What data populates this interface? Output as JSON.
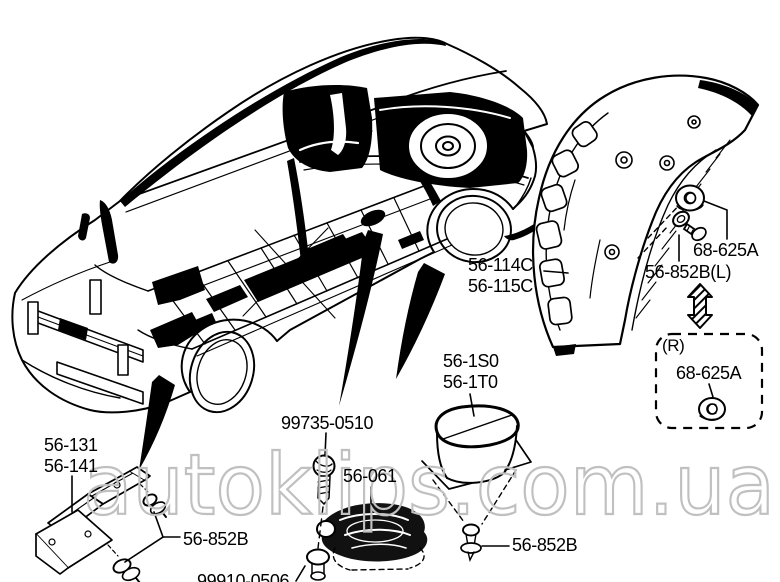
{
  "diagram": {
    "background_color": "#ffffff",
    "line_color": "#000000",
    "callouts": {
      "liner_a": "56-114C",
      "liner_b": "56-115C",
      "nut_upper": "68-625A",
      "bolt_left_side": "56-852B(L)",
      "right_side_marker": "(R)",
      "nut_right_side": "68-625A",
      "duct_a": "56-1S0",
      "duct_b": "56-1T0",
      "screw": "99735-0510",
      "cover": "56-061",
      "bracket_a": "56-131",
      "bracket_b": "56-141",
      "clip_front": "56-852B",
      "clip_rear": "56-852B",
      "clip_bottom": "99910-0506"
    }
  },
  "watermark": {
    "text": "autoklips.com.ua",
    "color": "#c0c0c0"
  }
}
